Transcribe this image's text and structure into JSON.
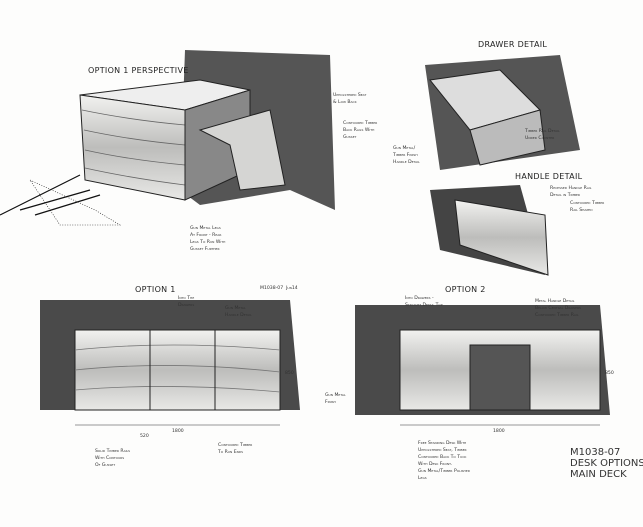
{
  "sheet": {
    "title_block": "M1038-07\nDESK OPTIONS\nMAIN DECK",
    "ref_stamp": "M1038-07  Jun14"
  },
  "views": {
    "perspective": {
      "label": "OPTION 1 PERSPECTIVE",
      "notes": [
        "Upholstered Seat\n& Low Back",
        "Contoured Timber\nBack Rails With\nGusset",
        "Gun Metal Legs\nAt Front - Rear\nLegs To Run With\nGusset Further"
      ]
    },
    "drawer": {
      "label": "DRAWER DETAIL",
      "notes": [
        "Gun Metal/\nTimber Finish\nHandle Detail",
        "Timber Rail Detail\nUnder Counter"
      ]
    },
    "handle": {
      "label": "HANDLE DETAIL",
      "notes": [
        "Recessed Handle Rail\nDetail in Timber",
        "Contoured Timber\nRail Shaped"
      ]
    },
    "option1": {
      "label": "OPTION 1",
      "notes": [
        "Into The\nDrawers",
        "Gun Metal\nHandle Detail",
        "Solid Timber Rails\nWith Contours\nOf Gusset",
        "Contoured Timber\nTo Run Ends"
      ],
      "dimensions": [
        "1800",
        "520",
        "850"
      ]
    },
    "option2": {
      "label": "OPTION 2",
      "notes": [
        "Into Drawers -\nStraight Detail Top",
        "Metal Handle Detail\nBelow Central Drawers\nContoured Timber Rail",
        "Gun Metal\nFinish",
        "Free Standing Desk With\nUpholstered Seat, Timber\nContoured Back To Tuck\nWith Desk Front.\nGun Metal/Timber Polished\nLegs"
      ],
      "dimensions": [
        "1800",
        "850"
      ]
    }
  }
}
